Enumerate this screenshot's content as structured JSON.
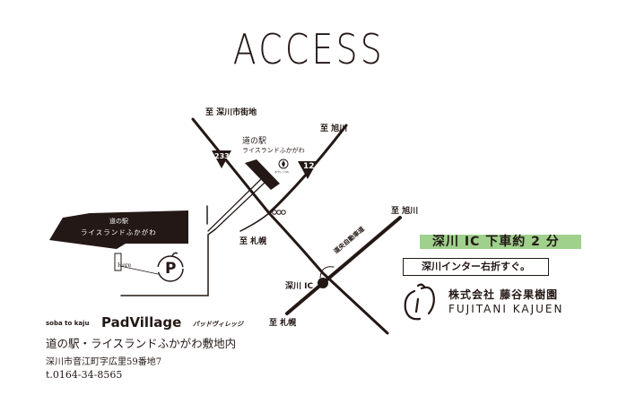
{
  "title": "ACCESS",
  "map": {
    "to_fukagawa_city": "至 深川市街地",
    "to_asahikawa_1": "至 旭川",
    "to_asahikawa_2": "至 旭川",
    "to_sapporo_1": "至 札幌",
    "to_sapporo_2": "至 札幌",
    "route_233": "233",
    "route_12": "12",
    "michinoeki_label_1": "道の駅",
    "michinoeki_label_2": "ライスランドふかがわ",
    "building_label_1": "道の駅",
    "building_label_2": "ライスランドふかがわ",
    "here": "Here",
    "expressway": "道央自動車道",
    "fukagawa_ic": "深川 IC",
    "store_small": "ホクレンSS"
  },
  "promo": {
    "highlight": "深川 IC 下車約 2 分",
    "boxed": "深川インター右折すぐ。"
  },
  "company": {
    "name_jp": "株式会社 藤谷果樹園",
    "name_en": "FUJITANI KAJUEN"
  },
  "shop": {
    "tagline": "soba to kaju",
    "name": "PadVillage",
    "name_kana": "パッドヴィレッジ",
    "location": "道の駅・ライスランドふかがわ敷地内",
    "address": "深川市音江町字広里59番地7",
    "phone": "t.0164-34-8565"
  }
}
